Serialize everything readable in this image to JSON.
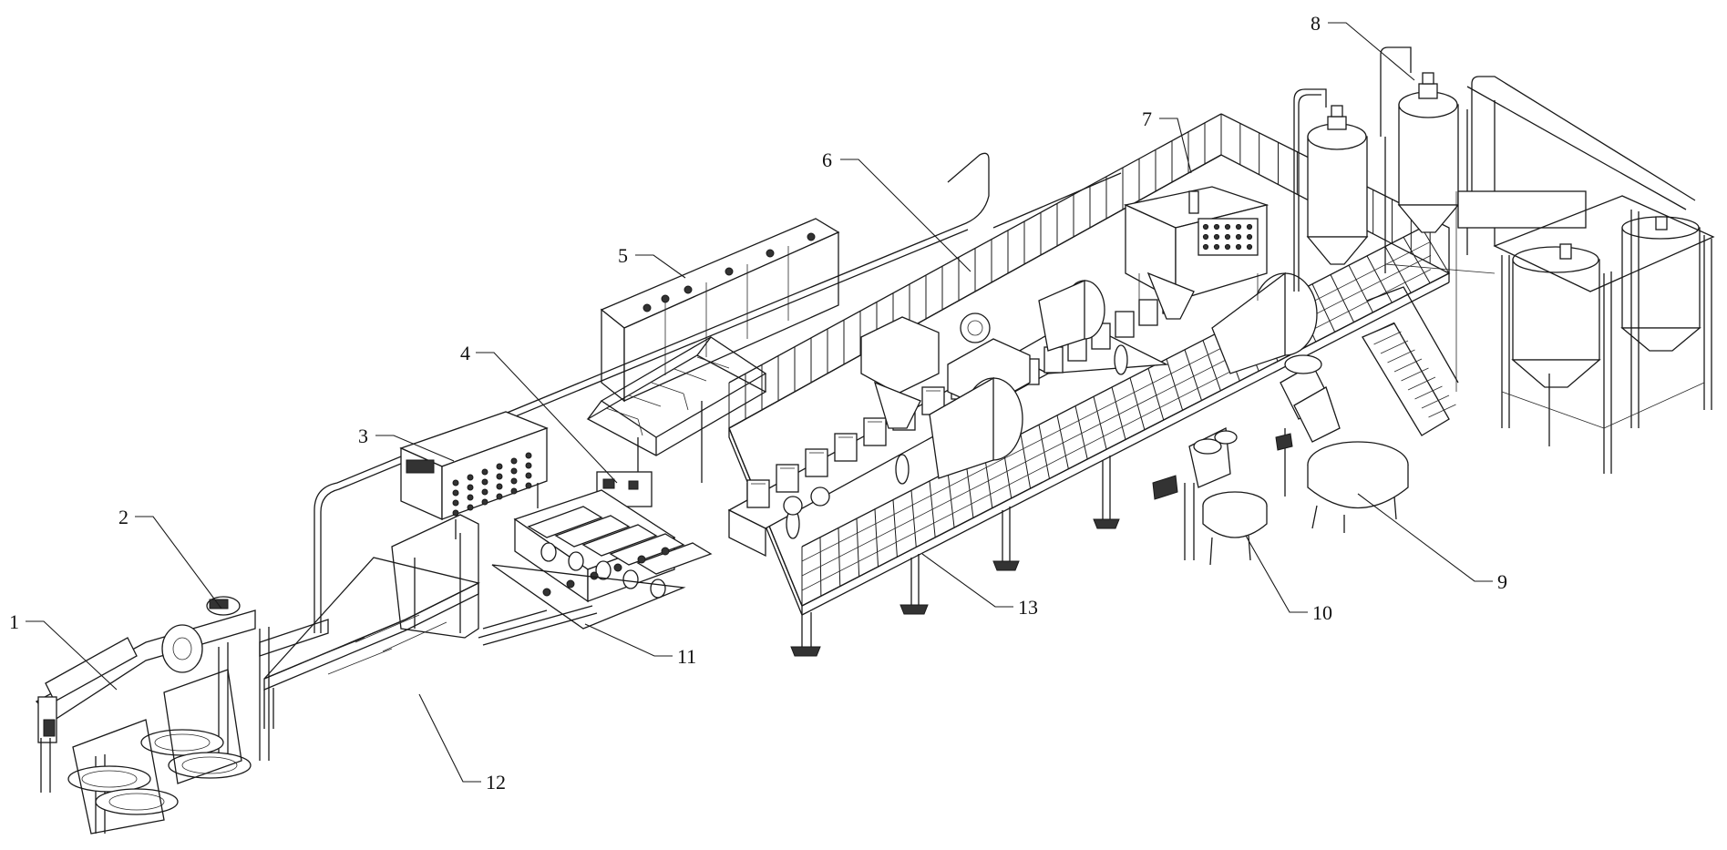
{
  "figure": {
    "callouts": [
      {
        "label": "1"
      },
      {
        "label": "2"
      },
      {
        "label": "3"
      },
      {
        "label": "4"
      },
      {
        "label": "5"
      },
      {
        "label": "6"
      },
      {
        "label": "7"
      },
      {
        "label": "8"
      },
      {
        "label": "9"
      },
      {
        "label": "10"
      },
      {
        "label": "11"
      },
      {
        "label": "12"
      },
      {
        "label": "13"
      }
    ]
  },
  "colors": {
    "line": "#1a1a1a",
    "background": "#ffffff"
  }
}
